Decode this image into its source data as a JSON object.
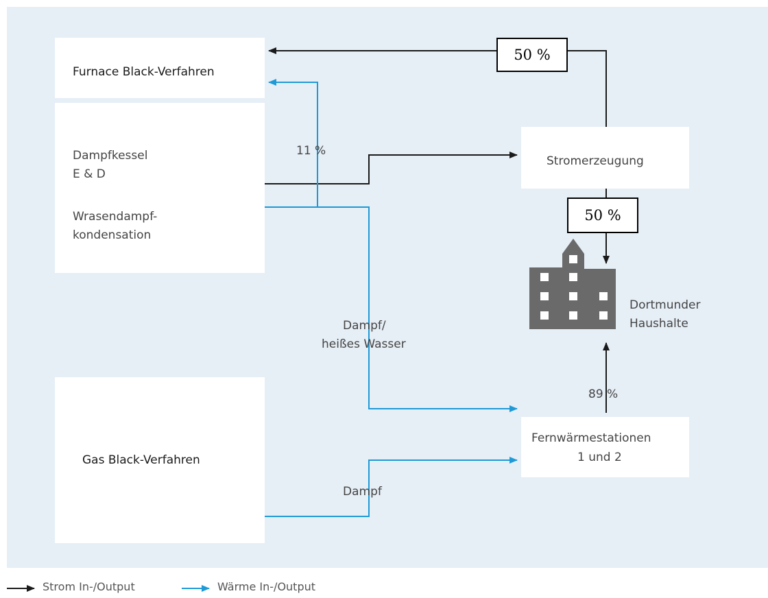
{
  "nodes": {
    "furnace": "Furnace Black-Verfahren",
    "dampfkessel_1": "Dampfkessel",
    "dampfkessel_2": "E & D",
    "wrasen_1": "Wrasendampf-",
    "wrasen_2": "kondensation",
    "gas": "Gas Black-Verfahren",
    "strom": "Stromerzeugung",
    "fern_1": "Fernwärmestationen",
    "fern_2": "1 und 2",
    "haushalte_1": "Dortmunder",
    "haushalte_2": "Haushalte"
  },
  "edge_labels": {
    "pct_11": "11 %",
    "pct_89": "89 %",
    "pct_50_top": "50 %",
    "pct_50_mid": "50 %",
    "dampf_wasser_1": "Dampf/",
    "dampf_wasser_2": "heißes Wasser",
    "dampf": "Dampf"
  },
  "legend": {
    "strom": "Strom In-/Output",
    "waerme": "Wärme In-/Output"
  },
  "colors": {
    "panel": "#e6eef6",
    "strom_line": "#1a1a1a",
    "waerme_line": "#1e9ad6",
    "building": "#6a6a6a"
  }
}
